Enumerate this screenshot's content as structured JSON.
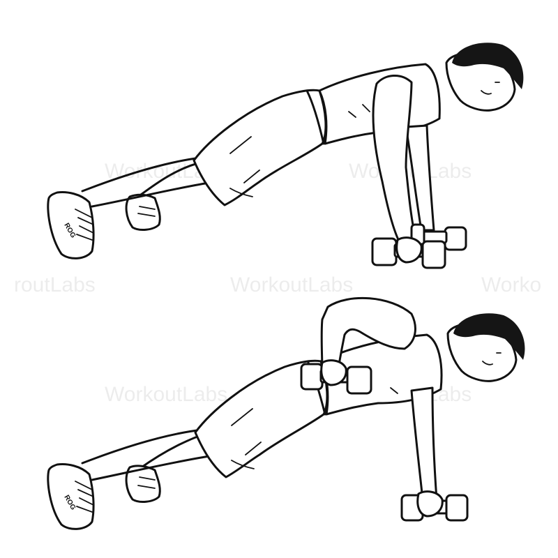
{
  "illustration": {
    "shoe_brand": "ROG",
    "watermark_fragments": [
      "WorkoutLabs",
      "WorkoutLabs",
      "routLabs",
      "WorkoutLabs",
      "Worko",
      "WorkoutLabs",
      "WorkoutLabs"
    ]
  }
}
